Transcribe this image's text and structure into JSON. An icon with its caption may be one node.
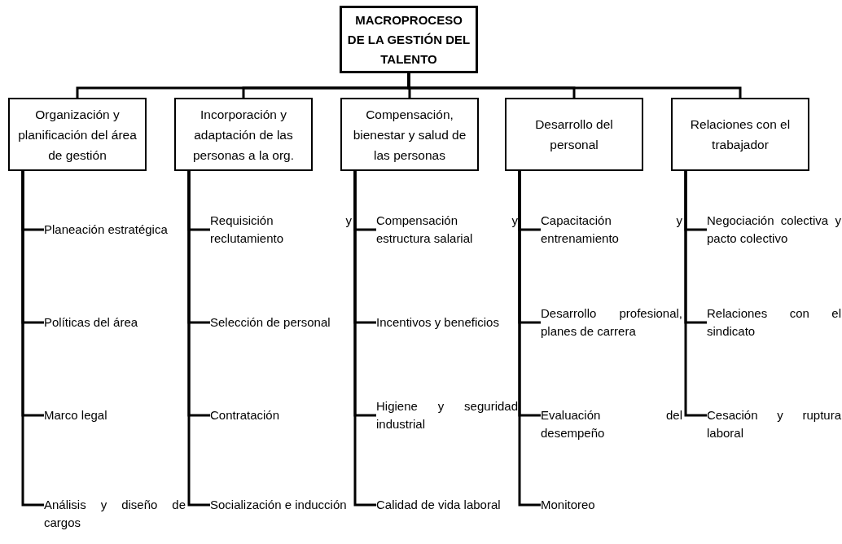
{
  "diagram": {
    "nodes": [
      {
        "text": [
          "MACROPROCESO DE LA GESTIÓN DEL TALENTO"
        ]
      },
      {
        "text": [
          "Organización y planificación del área de gestión"
        ]
      },
      {
        "text": [
          "Incorporación y adaptación de las personas a la org."
        ]
      },
      {
        "text": [
          "Compensación, bienestar y salud de las personas"
        ]
      },
      {
        "text": [
          "Desarrollo del personal"
        ]
      },
      {
        "text": [
          "Relaciones con el trabajador"
        ]
      },
      {
        "text": [
          "Planeación estratégica"
        ]
      },
      {
        "text": [
          "Políticas del área"
        ]
      },
      {
        "text": [
          "Marco legal"
        ]
      },
      {
        "text": [
          "Análisis y diseño de cargos"
        ]
      },
      {
        "text": [
          "Requisición y reclutamiento"
        ]
      },
      {
        "text": [
          "Selección de personal"
        ]
      },
      {
        "text": [
          "Contratación"
        ]
      },
      {
        "text": [
          "Socialización e inducción"
        ]
      },
      {
        "text": [
          "Compensación y estructura salarial"
        ]
      },
      {
        "text": [
          "Incentivos y beneficios"
        ]
      },
      {
        "text": [
          "Higiene y seguridad industrial"
        ]
      },
      {
        "text": [
          "Calidad de vida laboral"
        ]
      },
      {
        "text": [
          "Capacitación y entrenamiento"
        ]
      },
      {
        "text": [
          "Desarrollo profesional, planes de carrera"
        ]
      },
      {
        "text": [
          "Evaluación del desempeño"
        ]
      },
      {
        "text": [
          "Monitoreo"
        ]
      },
      {
        "text": [
          "Negociación colectiva y pacto colectivo"
        ]
      },
      {
        "text": [
          "Relaciones con el sindicato"
        ]
      },
      {
        "text": [
          "Cesación y ruptura laboral"
        ]
      }
    ],
    "edges": [
      {
        "from": 0,
        "to": 1,
        "arrow": "none"
      },
      {
        "from": 0,
        "to": 2,
        "arrow": "none"
      },
      {
        "from": 0,
        "to": 3,
        "arrow": "none"
      },
      {
        "from": 0,
        "to": 4,
        "arrow": "none"
      },
      {
        "from": 0,
        "to": 5,
        "arrow": "none"
      },
      {
        "from": 1,
        "to": 6,
        "arrow": "none"
      },
      {
        "from": 1,
        "to": 7,
        "arrow": "none"
      },
      {
        "from": 1,
        "to": 8,
        "arrow": "none"
      },
      {
        "from": 1,
        "to": 9,
        "arrow": "none"
      },
      {
        "from": 2,
        "to": 10,
        "arrow": "none"
      },
      {
        "from": 2,
        "to": 11,
        "arrow": "none"
      },
      {
        "from": 2,
        "to": 12,
        "arrow": "none"
      },
      {
        "from": 2,
        "to": 13,
        "arrow": "none"
      },
      {
        "from": 3,
        "to": 14,
        "arrow": "none"
      },
      {
        "from": 3,
        "to": 15,
        "arrow": "none"
      },
      {
        "from": 3,
        "to": 16,
        "arrow": "none"
      },
      {
        "from": 3,
        "to": 17,
        "arrow": "none"
      },
      {
        "from": 4,
        "to": 18,
        "arrow": "none"
      },
      {
        "from": 4,
        "to": 19,
        "arrow": "none"
      },
      {
        "from": 4,
        "to": 20,
        "arrow": "none"
      },
      {
        "from": 4,
        "to": 21,
        "arrow": "none"
      },
      {
        "from": 5,
        "to": 22,
        "arrow": "none"
      },
      {
        "from": 5,
        "to": 23,
        "arrow": "none"
      },
      {
        "from": 5,
        "to": 24,
        "arrow": "none"
      }
    ]
  }
}
